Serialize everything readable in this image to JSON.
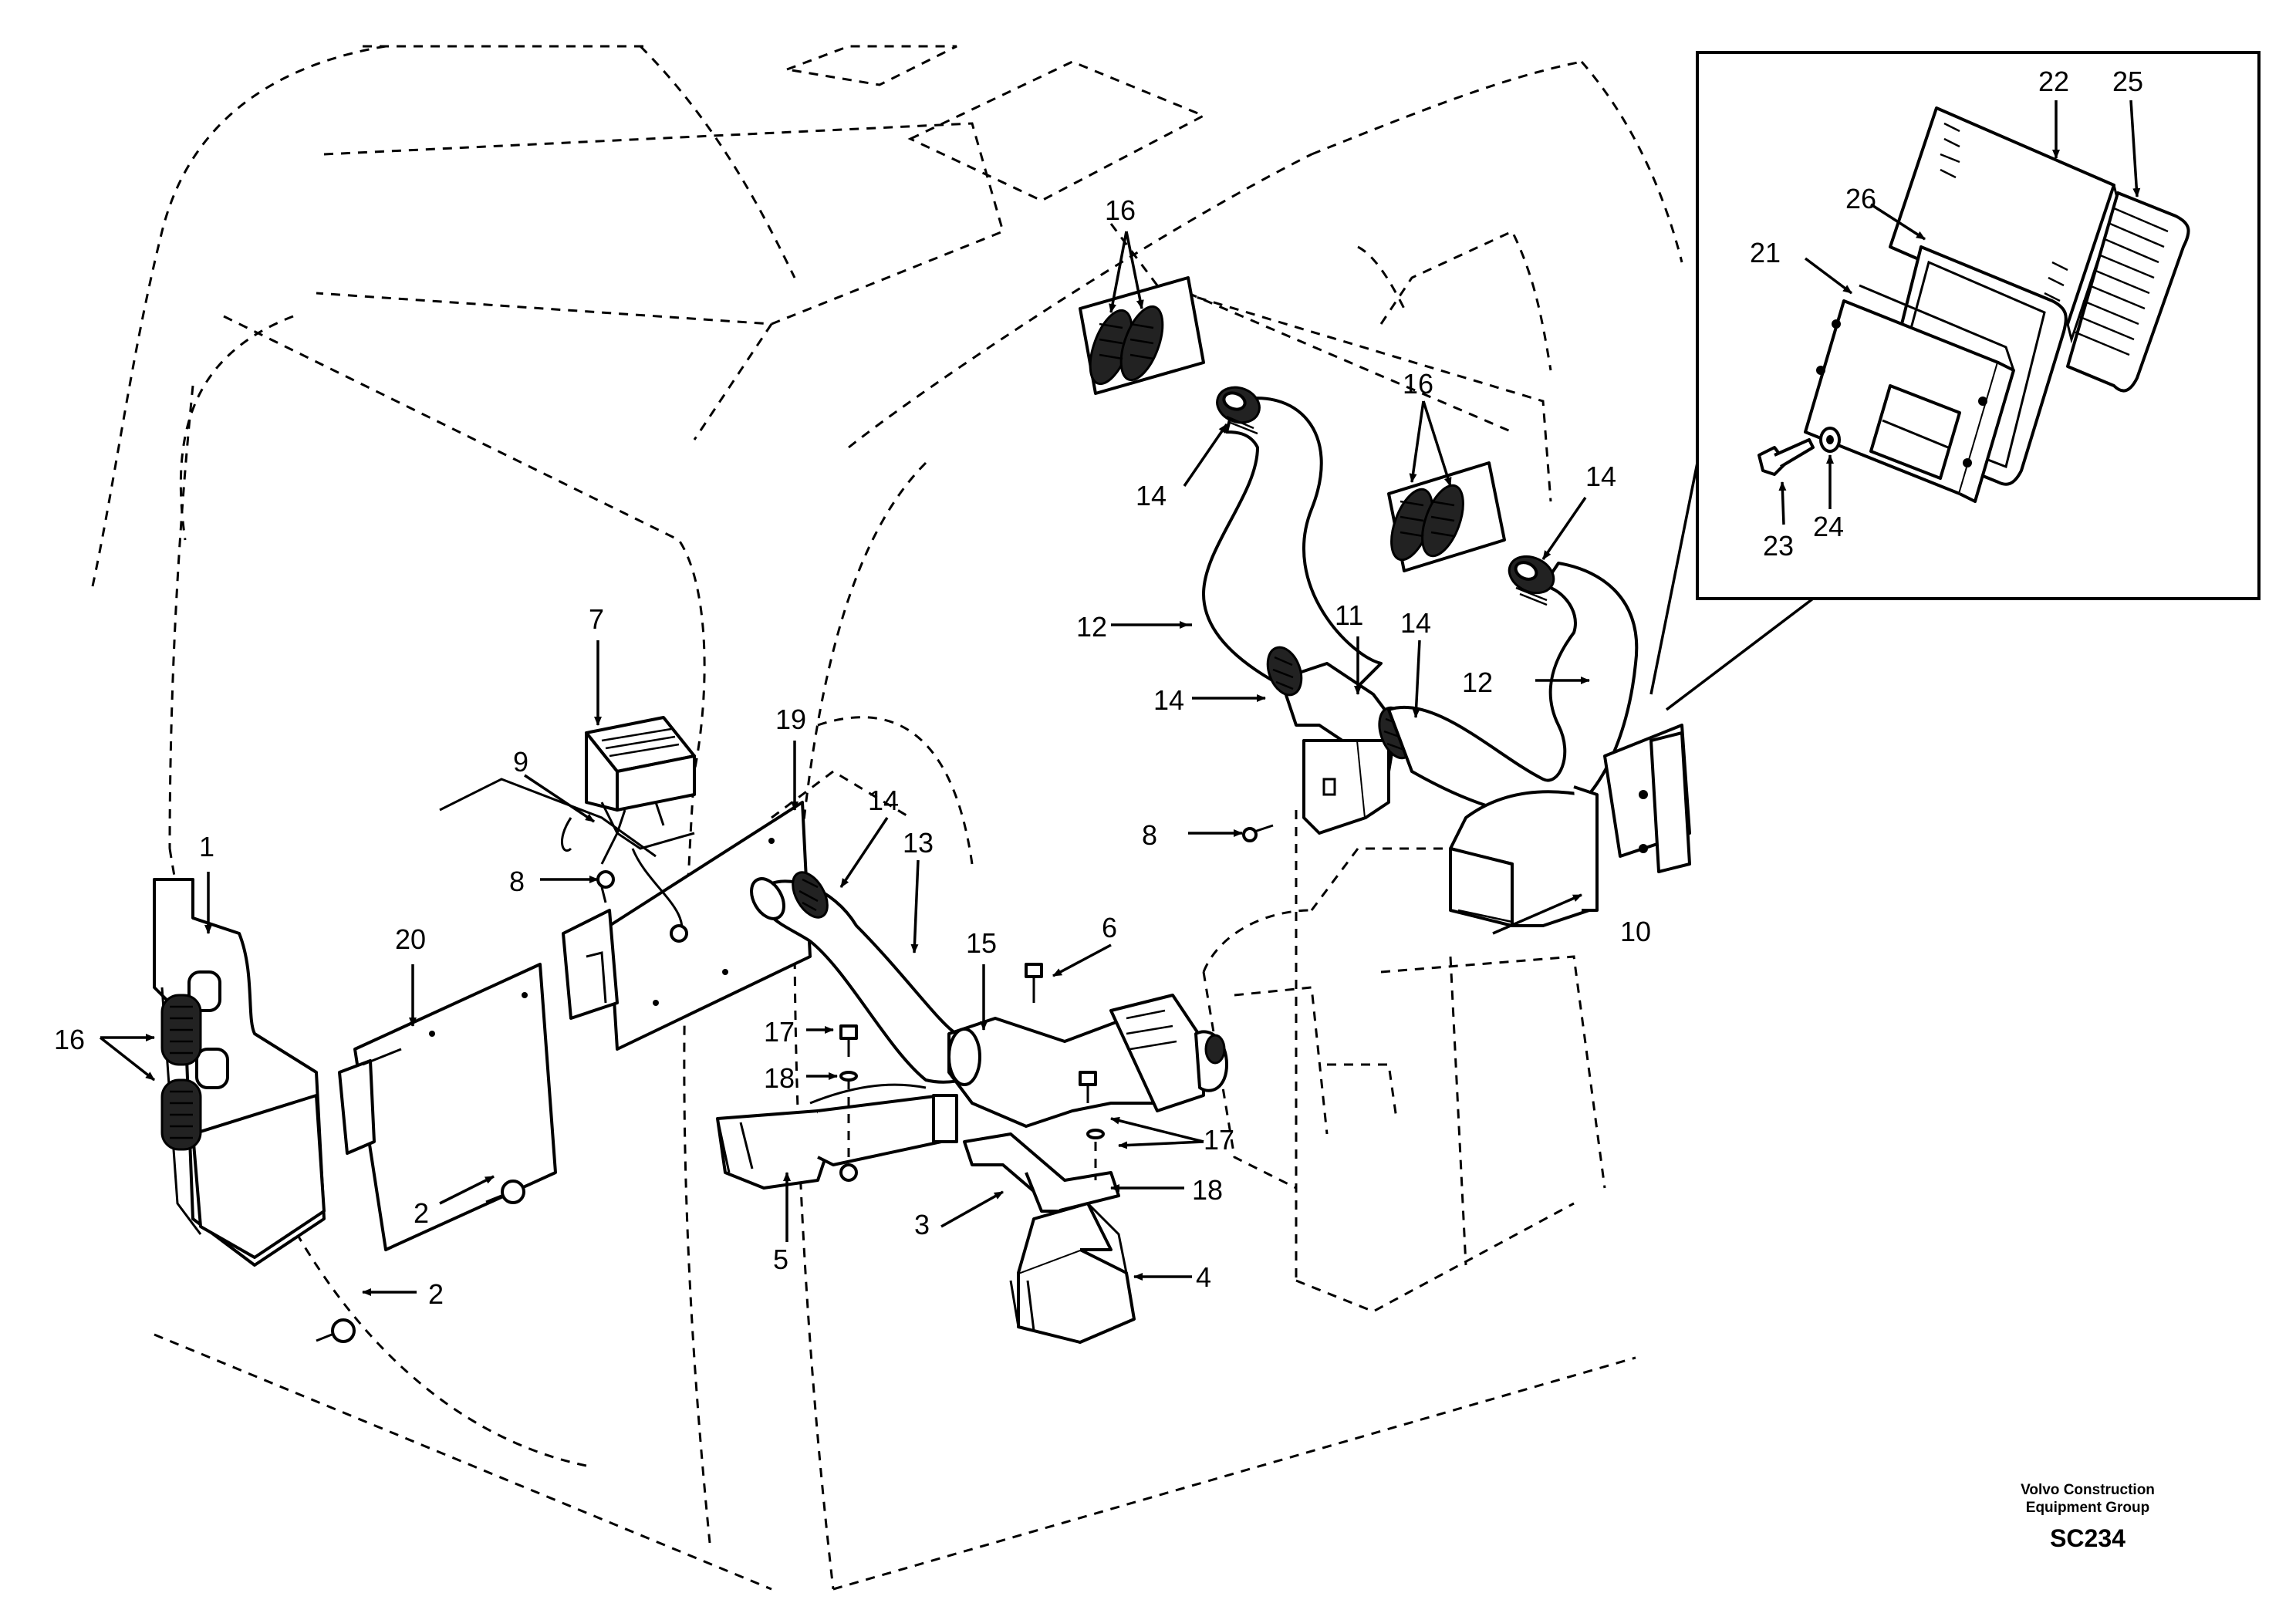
{
  "diagram": {
    "callouts": {
      "c1": "1",
      "c2a": "2",
      "c2b": "2",
      "c3": "3",
      "c4": "4",
      "c5": "5",
      "c6": "6",
      "c7": "7",
      "c8a": "8",
      "c8b": "8",
      "c9": "9",
      "c10": "10",
      "c11": "11",
      "c12a": "12",
      "c12b": "12",
      "c13": "13",
      "c14a": "14",
      "c14b": "14",
      "c14c": "14",
      "c14d": "14",
      "c14e": "14",
      "c15": "15",
      "c16a": "16",
      "c16b": "16",
      "c16c": "16",
      "c17a": "17",
      "c17b": "17",
      "c18a": "18",
      "c18b": "18",
      "c19": "19",
      "c20": "20",
      "c21": "21",
      "c22": "22",
      "c23": "23",
      "c24": "24",
      "c25": "25",
      "c26": "26"
    },
    "footer": {
      "company_line1": "Volvo Construction",
      "company_line2": "Equipment Group",
      "code": "SC234"
    }
  }
}
